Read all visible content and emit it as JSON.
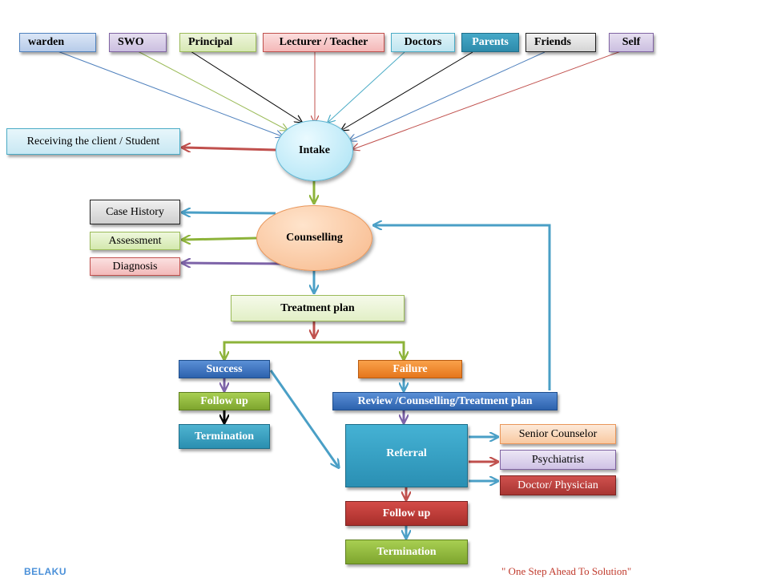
{
  "sources": {
    "warden": "warden",
    "swo": "SWO",
    "principal": "Principal",
    "lecturer": "Lecturer / Teacher",
    "doctors": "Doctors",
    "parents": "Parents",
    "friends": "Friends",
    "self": "Self"
  },
  "nodes": {
    "intake": "Intake",
    "receiving": "Receiving  the client  / Student",
    "counselling": "Counselling",
    "case_history": "Case History",
    "assessment": "Assessment",
    "diagnosis": "Diagnosis",
    "treatment_plan": "Treatment  plan",
    "success": "Success",
    "failure": "Failure",
    "follow_up_left": "Follow  up",
    "termination_left": "Termination",
    "review": "Review /Counselling/Treatment  plan",
    "referral": "Referral",
    "senior_counselor": "Senior  Counselor",
    "psychiatrist": "Psychiatrist",
    "doctor_physician": "Doctor/ Physician",
    "follow_up_right": "Follow  up",
    "termination_right": "Termination"
  },
  "footer": {
    "brand": "BELAKU",
    "tagline": "\" One Step Ahead To Solution\""
  },
  "colors": {
    "blue_arrow": "#4a9fc6",
    "green_arrow": "#8db33a",
    "red_arrow": "#c0504d",
    "purple_arrow": "#7d63a8",
    "black_arrow": "#000000"
  }
}
